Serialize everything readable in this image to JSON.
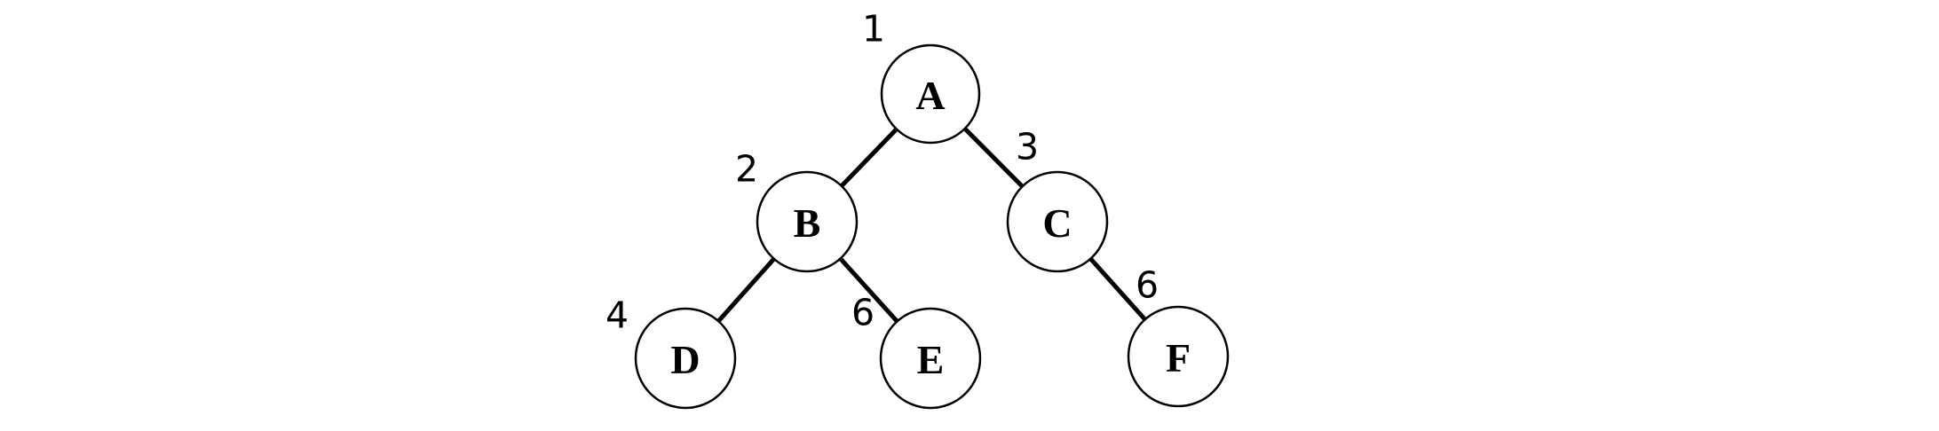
{
  "diagram": {
    "type": "tree",
    "nodes": [
      {
        "id": "A",
        "label": "A",
        "number": "1"
      },
      {
        "id": "B",
        "label": "B",
        "number": "2"
      },
      {
        "id": "C",
        "label": "C",
        "number": "3"
      },
      {
        "id": "D",
        "label": "D",
        "number": "4"
      },
      {
        "id": "E",
        "label": "E",
        "number": "6"
      },
      {
        "id": "F",
        "label": "F",
        "number": "6"
      }
    ],
    "edges": [
      {
        "from": "A",
        "to": "B"
      },
      {
        "from": "A",
        "to": "C"
      },
      {
        "from": "B",
        "to": "D"
      },
      {
        "from": "B",
        "to": "E"
      },
      {
        "from": "C",
        "to": "F"
      }
    ],
    "colors": {
      "background": "#ffffff",
      "node_fill": "#ffffff",
      "node_stroke": "#000000",
      "edge_stroke": "#000000",
      "text": "#000000"
    }
  }
}
